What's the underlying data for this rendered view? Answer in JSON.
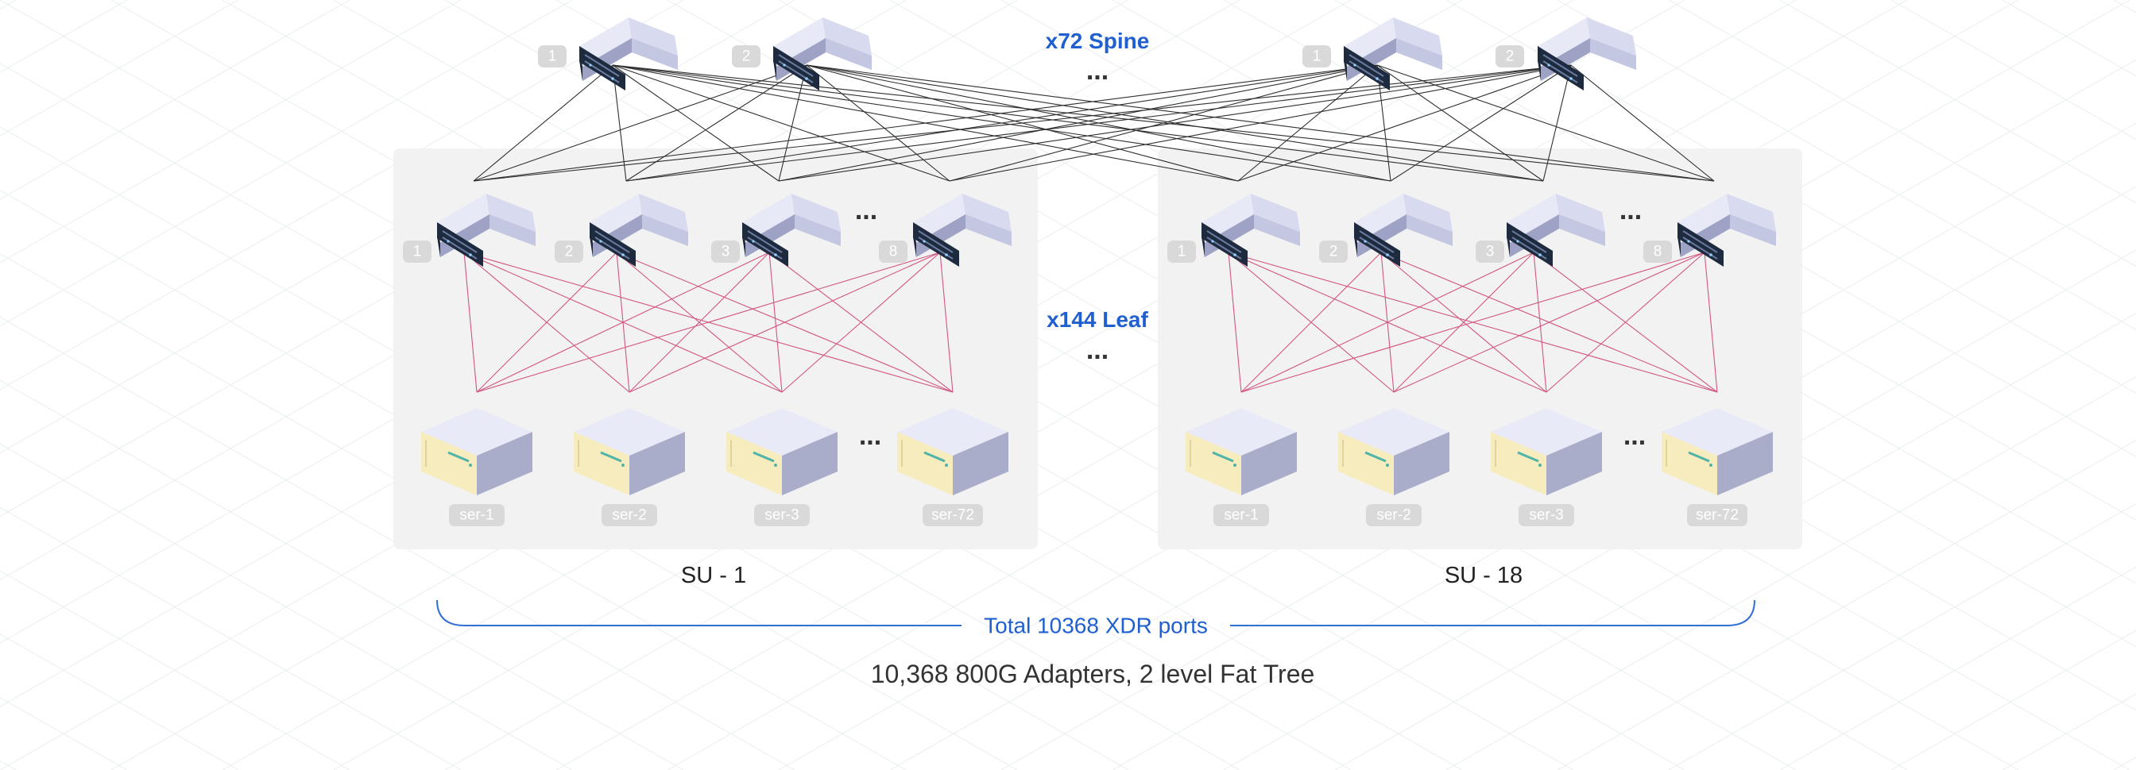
{
  "spine": {
    "label": "x72 Spine",
    "ellipsis": "...",
    "left_group_badges": [
      "1",
      "2"
    ],
    "right_group_badges": [
      "1",
      "2"
    ]
  },
  "leaf": {
    "label": "x144 Leaf",
    "ellipsis": "..."
  },
  "scalable_units": [
    {
      "label": "SU - 1",
      "leaf_badges": [
        "1",
        "2",
        "3",
        "8"
      ],
      "leaf_ellipsis": "...",
      "servers": [
        "ser-1",
        "ser-2",
        "ser-3",
        "ser-72"
      ],
      "server_ellipsis": "..."
    },
    {
      "label": "SU - 18",
      "leaf_badges": [
        "1",
        "2",
        "3",
        "8"
      ],
      "leaf_ellipsis": "...",
      "servers": [
        "ser-1",
        "ser-2",
        "ser-3",
        "ser-72"
      ],
      "server_ellipsis": "..."
    }
  ],
  "total_ports_label": "Total 10368 XDR ports",
  "caption": "10,368 800G Adapters, 2 level Fat Tree",
  "colors": {
    "accent_blue": "#1f5fd0",
    "spine_link": "#2f2f2f",
    "leaf_link": "#d2557f",
    "su_background": "#f2f2f2",
    "badge": "#d9d9d9"
  },
  "icons": {
    "switch": "network-switch-icon",
    "server": "server-icon"
  }
}
